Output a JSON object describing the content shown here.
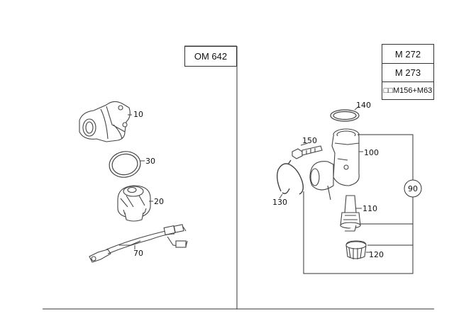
{
  "engine_labels": {
    "left": "OM 642",
    "right_1": "M 272",
    "right_2": "M 273",
    "right_3": "□□M156+M63"
  },
  "callouts": {
    "c10": "10",
    "c30": "30",
    "c20": "20",
    "c70": "70",
    "c140": "140",
    "c150": "150",
    "c100": "100",
    "c130": "130",
    "c110": "110",
    "c120": "120",
    "c90": "90"
  },
  "colors": {
    "line": "#333333",
    "part": "#444444"
  }
}
